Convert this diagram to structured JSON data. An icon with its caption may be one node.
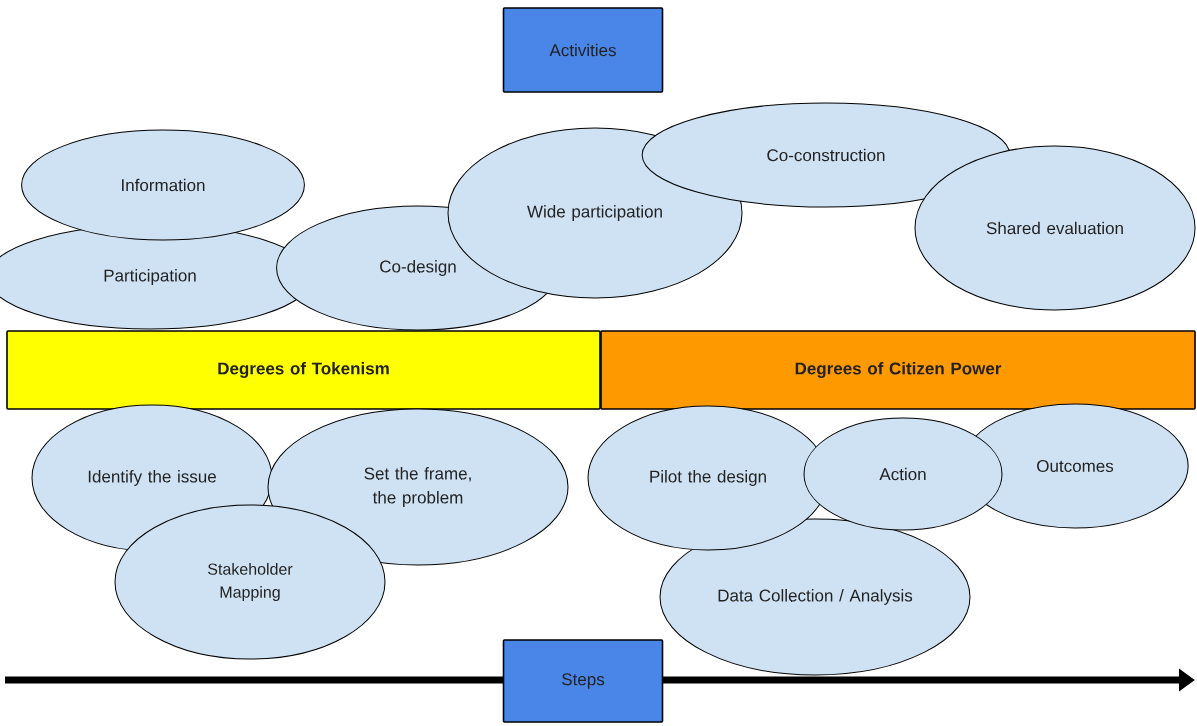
{
  "diagram": {
    "nodes": [
      {
        "text": [
          "Activities"
        ]
      },
      {
        "text": [
          "Information"
        ]
      },
      {
        "text": [
          "Participation"
        ]
      },
      {
        "text": [
          "Co-design"
        ]
      },
      {
        "text": [
          "Wide participation"
        ]
      },
      {
        "text": [
          "Co-construction"
        ]
      },
      {
        "text": [
          "Shared evaluation"
        ]
      },
      {
        "text": [
          "Degrees of Tokenism"
        ]
      },
      {
        "text": [
          "Degrees of Citizen Power"
        ]
      },
      {
        "text": [
          "Identify the issue"
        ]
      },
      {
        "text": [
          "Set the frame, the problem"
        ]
      },
      {
        "text": [
          "Pilot the design"
        ]
      },
      {
        "text": [
          "Action"
        ]
      },
      {
        "text": [
          "Outcomes"
        ]
      },
      {
        "text": [
          "Stakeholder Mapping"
        ]
      },
      {
        "text": [
          "Data Collection / Analysis"
        ]
      },
      {
        "text": [
          "Steps"
        ]
      }
    ]
  }
}
